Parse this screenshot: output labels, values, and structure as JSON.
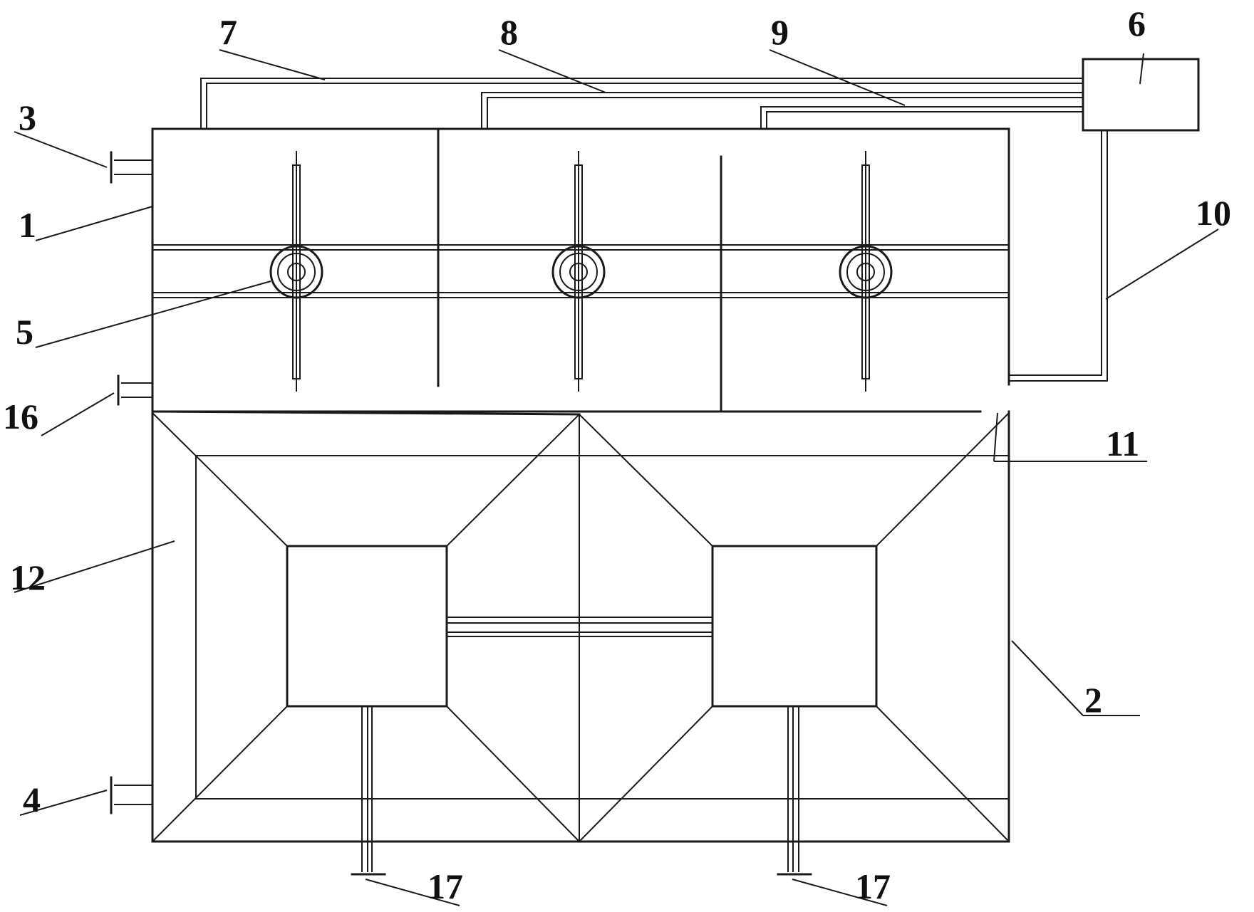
{
  "figure": {
    "labels": {
      "l1": "1",
      "l2": "2",
      "l3": "3",
      "l4": "4",
      "l5": "5",
      "l6": "6",
      "l7": "7",
      "l8": "8",
      "l9": "9",
      "l10": "10",
      "l11": "11",
      "l12": "12",
      "l16": "16",
      "l17a": "17",
      "l17b": "17"
    }
  }
}
